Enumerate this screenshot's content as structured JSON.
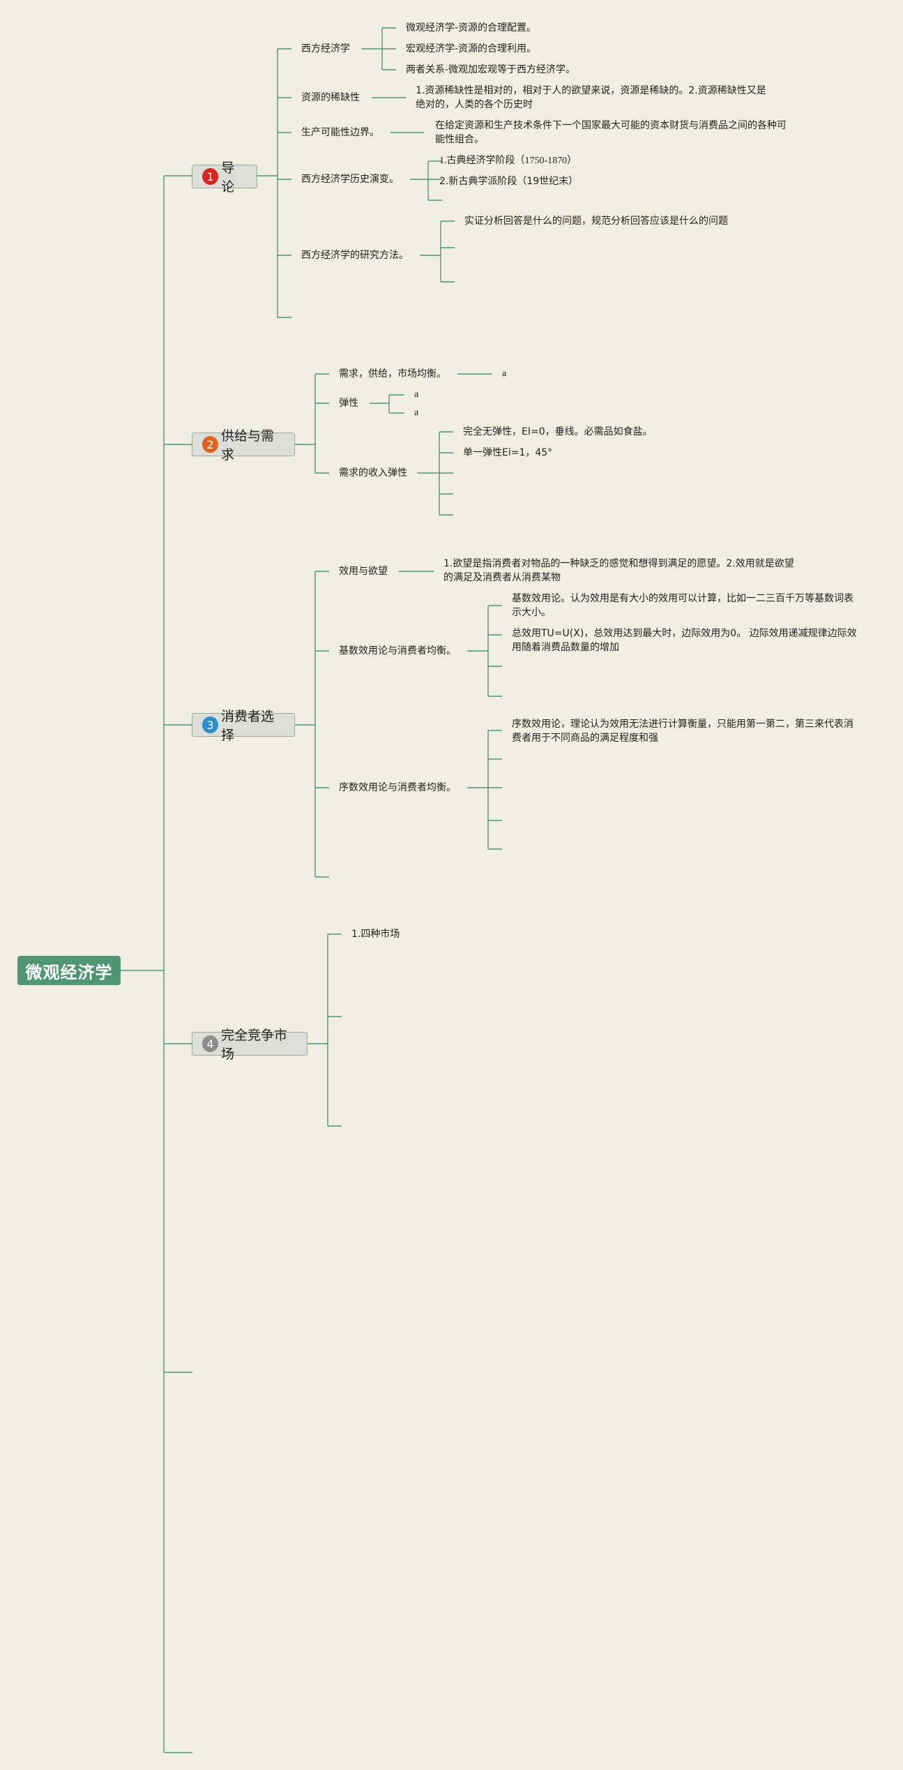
{
  "root": {
    "label": "微观经济学"
  },
  "colors": {
    "line": "#4f9672",
    "root_bg": "#4f9672",
    "branch_bg": "#dcded9"
  },
  "branches": [
    {
      "number": "1",
      "badge_color": "#d9261c",
      "label": "导论",
      "topics": [
        {
          "label": "西方经济学",
          "children": [
            "微观经济学-资源的合理配置。",
            "宏观经济学-资源的合理利用。",
            "两者关系-微观加宏观等于西方经济学。"
          ]
        },
        {
          "label": "资源的稀缺性",
          "children": [
            "1.资源稀缺性是相对的，相对于人的欲望来说，资源是稀缺的。2.资源稀缺性又是绝对的，人类的各个历史时"
          ]
        },
        {
          "label": "生产可能性边界。",
          "children": [
            "在给定资源和生产技术条件下一个国家最大可能的资本财货与消费品之间的各种可能性组合。"
          ]
        },
        {
          "label": "西方经济学历史演变。",
          "children": [
            "1.古典经济学阶段（1750-1870）",
            "2.新古典学派阶段（19世纪末）"
          ]
        },
        {
          "label": "西方经济学的研究方法。",
          "children": [
            "实证分析回答是什么的问题，规范分析回答应该是什么的问题"
          ]
        }
      ]
    },
    {
      "number": "2",
      "badge_color": "#e0621c",
      "label": "供给与需求",
      "topics": [
        {
          "label": "需求，供给，市场均衡。",
          "children": [
            "a"
          ]
        },
        {
          "label": "弹性",
          "children": [
            "a",
            "a"
          ]
        },
        {
          "label": "需求的收入弹性",
          "children": [
            "完全无弹性，EI=0，垂线。必需品如食盐。",
            "单一弹性Ei=1，45°"
          ]
        }
      ]
    },
    {
      "number": "3",
      "badge_color": "#2a8fcf",
      "label": "消费者选择",
      "topics": [
        {
          "label": "效用与欲望",
          "children": [
            "1.欲望是指消费者对物品的一种缺乏的感觉和想得到满足的愿望。2.效用就是欲望的满足及消费者从消费某物"
          ]
        },
        {
          "label": "基数效用论与消费者均衡。",
          "children": [
            "基数效用论。认为效用是有大小的效用可以计算，比如一二三百千万等基数词表示大小。",
            "总效用TU=U(X)，总效用达到最大时，边际效用为0。 边际效用递减规律边际效用随着消费品数量的增加"
          ]
        },
        {
          "label": "序数效用论与消费者均衡。",
          "children": [
            "序数效用论，理论认为效用无法进行计算衡量，只能用第一第二，第三来代表消费者用于不同商品的满足程度和强"
          ]
        }
      ]
    },
    {
      "number": "4",
      "badge_color": "#8c8c8c",
      "label": "完全竞争市场",
      "topics": [
        {
          "label": "1.四种市场",
          "children": []
        }
      ]
    }
  ]
}
